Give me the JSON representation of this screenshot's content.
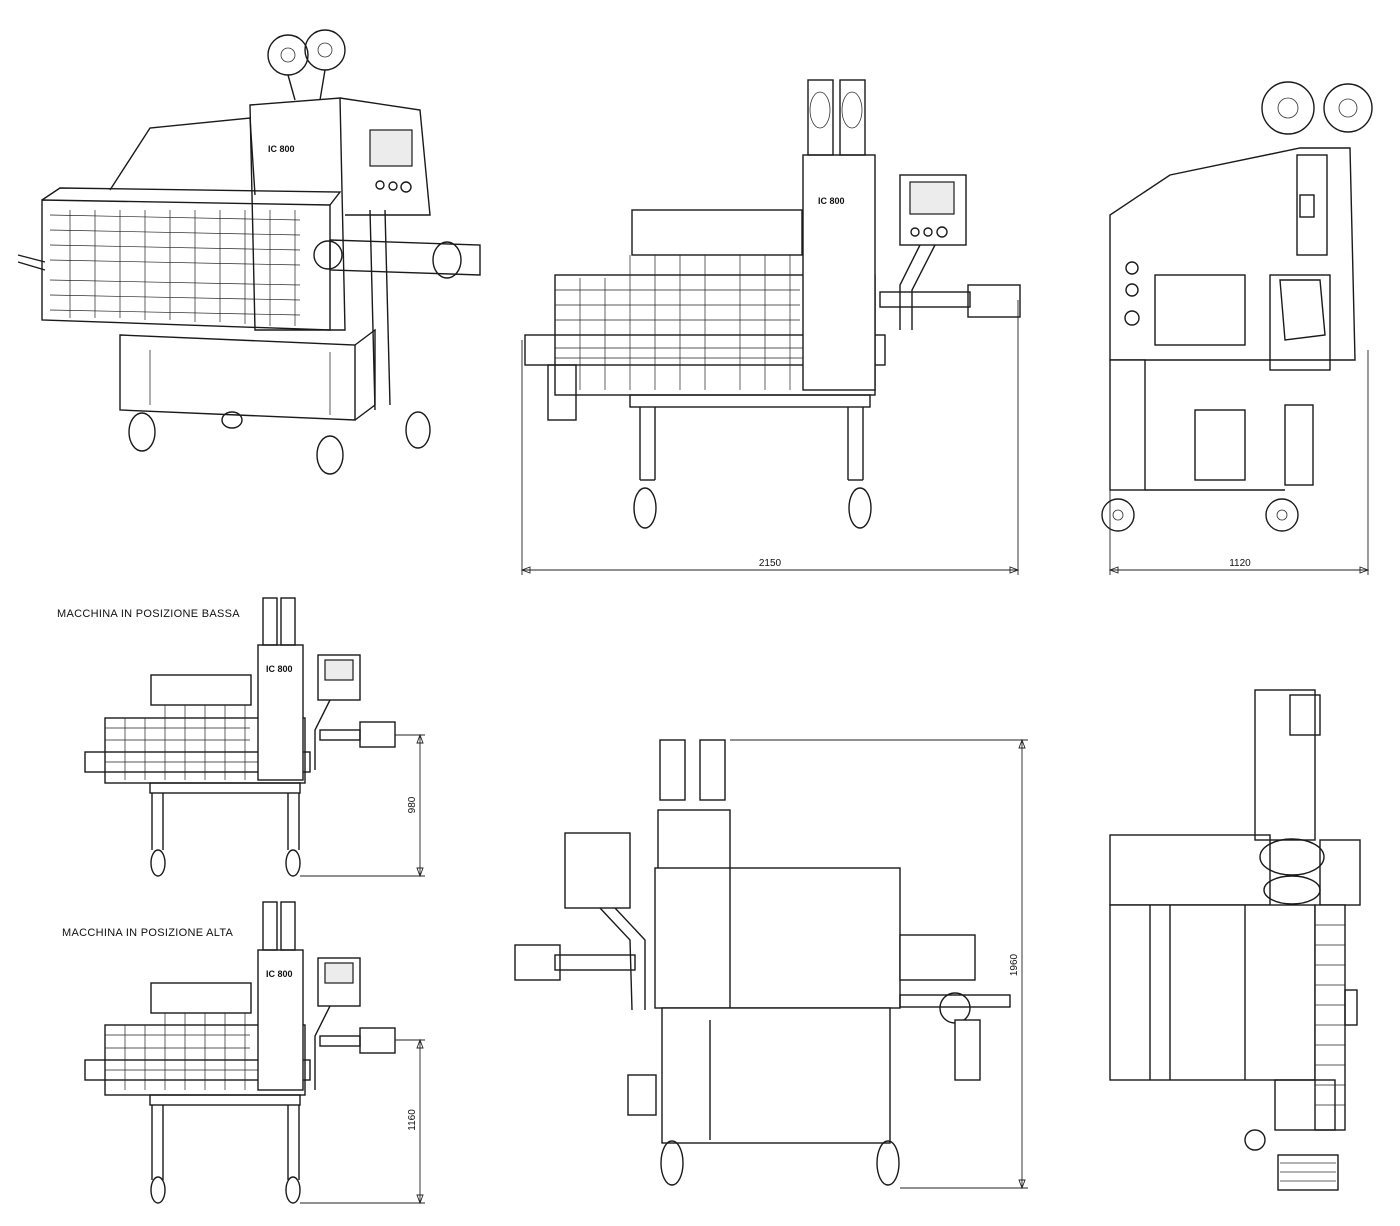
{
  "dimensions": {
    "length": "2150",
    "width": "1120",
    "height_low": "980",
    "height_high": "1160",
    "height_total": "1960"
  },
  "labels": {
    "low_position": "MACCHINA IN POSIZIONE BASSA",
    "high_position": "MACCHINA IN POSIZIONE ALTA"
  },
  "logo": {
    "text": "IC 800"
  }
}
